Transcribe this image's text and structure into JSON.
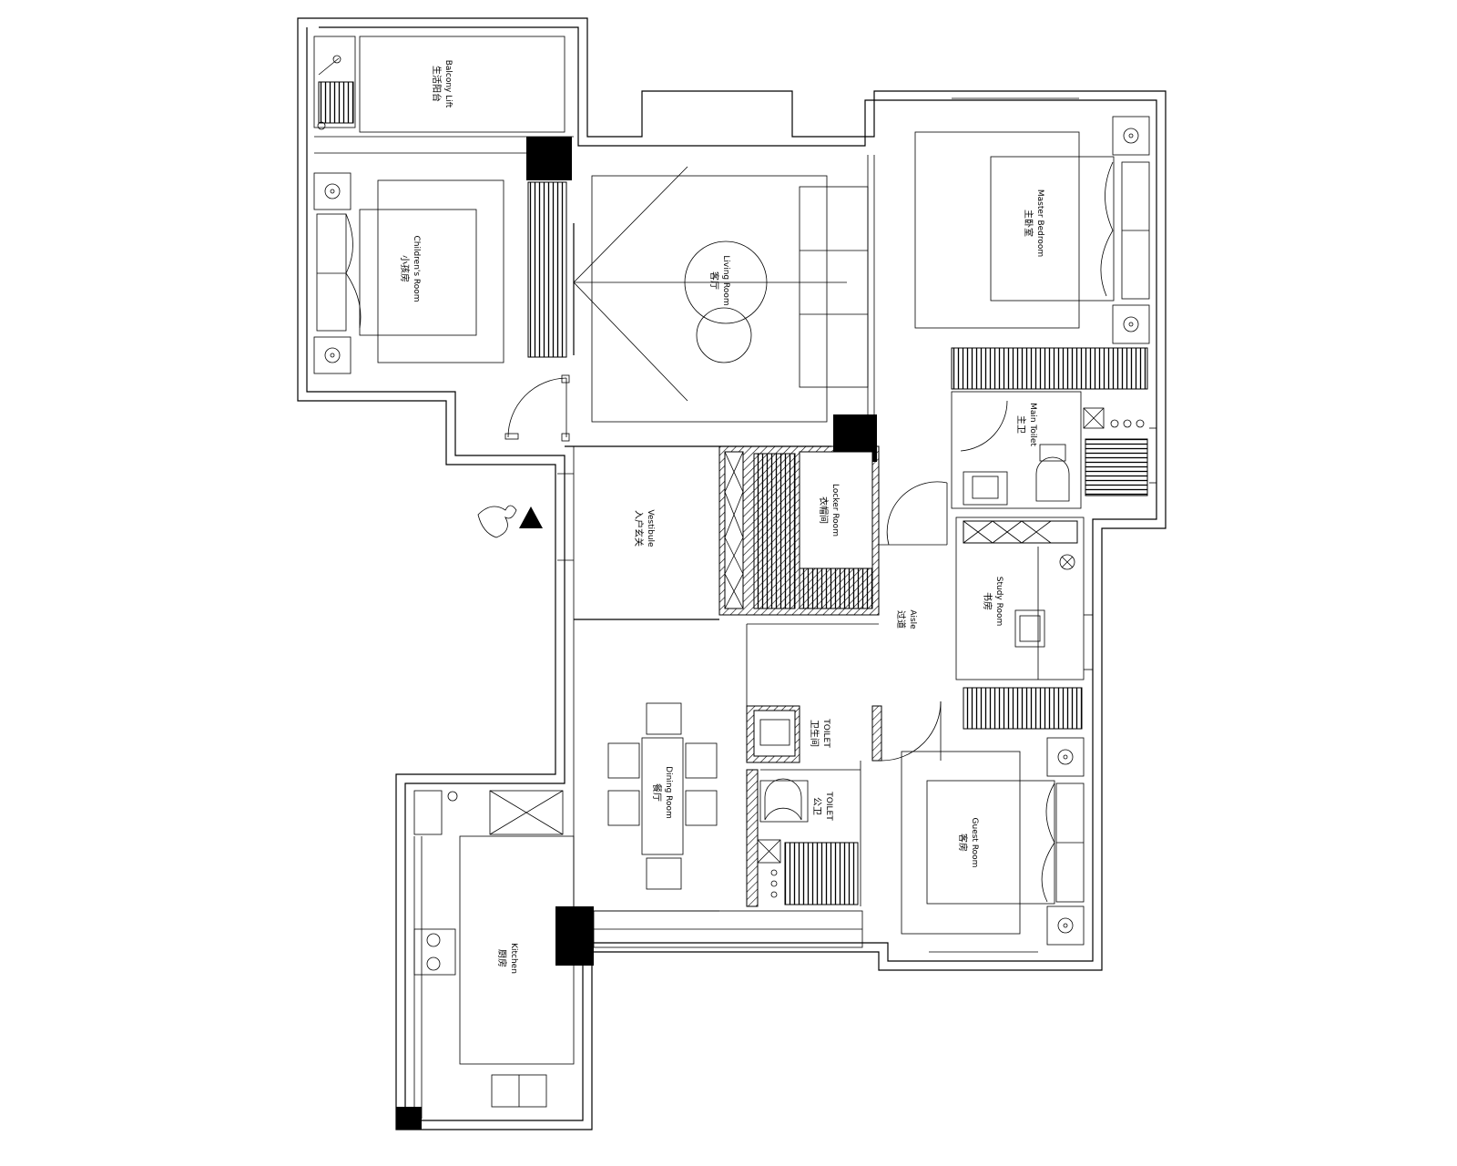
{
  "rooms": {
    "balcony": {
      "en": "Balcony Lift",
      "cn": "生活阳台"
    },
    "children": {
      "en": "Children's Room",
      "cn": "小孩房"
    },
    "living": {
      "en": "Living Room",
      "cn": "客厅"
    },
    "master": {
      "en": "Master Bedroom",
      "cn": "主卧室"
    },
    "main_toilet": {
      "en": "Main Toilet",
      "cn": "主卫"
    },
    "vestibule": {
      "en": "Vestibule",
      "cn": "入户玄关"
    },
    "locker": {
      "en": "Locker Room",
      "cn": "衣帽间"
    },
    "aisle": {
      "en": "Aisle",
      "cn": "过道"
    },
    "study": {
      "en": "Study Room",
      "cn": "书房"
    },
    "toilet1": {
      "en": "TOILET",
      "cn": "卫生间"
    },
    "toilet2": {
      "en": "TOILET",
      "cn": "公卫"
    },
    "dining": {
      "en": "Dining Room",
      "cn": "餐厅"
    },
    "guest": {
      "en": "Guest Room",
      "cn": "客房"
    },
    "kitchen": {
      "en": "Kitchen",
      "cn": "厨房"
    }
  },
  "colors": {
    "line": "#000000",
    "background": "#ffffff"
  },
  "icons": [
    "entrance-arrow-icon",
    "door-swing-icon",
    "bed-icon",
    "toilet-icon",
    "sink-icon",
    "stove-icon",
    "table-icon"
  ]
}
